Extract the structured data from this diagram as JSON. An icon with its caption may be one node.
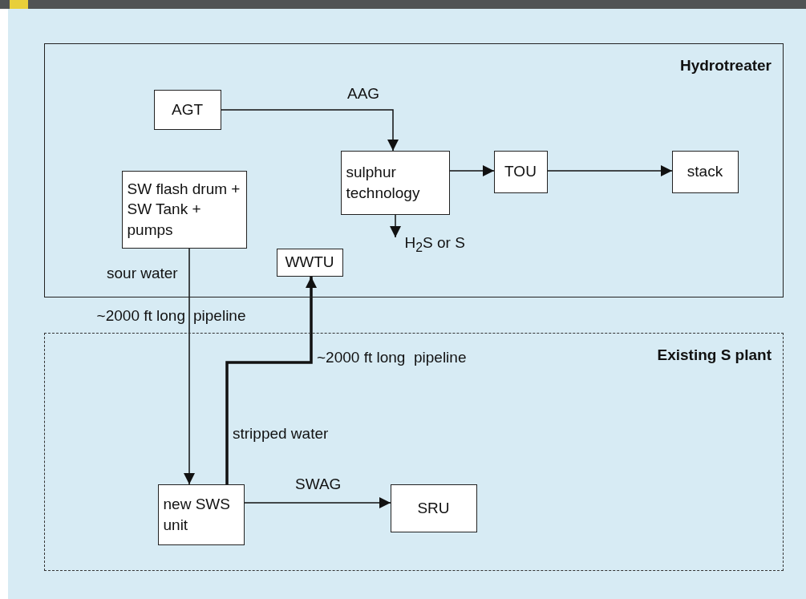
{
  "diagram": {
    "nodes": [
      {
        "text": [
          "Hydrotreater"
        ]
      },
      {
        "text": [
          "AGT"
        ],
        "in": 0
      },
      {
        "text": [
          "sulphur technology"
        ],
        "in": 0
      },
      {
        "text": [
          "TOU"
        ],
        "in": 0
      },
      {
        "text": [
          "stack"
        ],
        "in": 0
      },
      {
        "text": [
          "SW flash drum + SW Tank + pumps"
        ],
        "in": 0
      },
      {
        "text": [
          "WWTU"
        ],
        "in": 0
      },
      {
        "text": [
          "H$_{2}$S or S"
        ],
        "in": 0
      },
      {
        "text": [
          "Existing S plant"
        ]
      },
      {
        "text": [
          "new SWS unit"
        ],
        "in": 8
      },
      {
        "text": [
          "SRU"
        ],
        "in": 8
      }
    ],
    "edges": [
      {
        "from": 1,
        "to": 2,
        "arrow": "to",
        "label": "AAG"
      },
      {
        "from": 2,
        "to": 3,
        "arrow": "to"
      },
      {
        "from": 3,
        "to": 4,
        "arrow": "to"
      },
      {
        "from": 2,
        "to": 7,
        "arrow": "to"
      },
      {
        "from": 5,
        "to": 9,
        "arrow": "to",
        "label": "sour water"
      },
      {
        "from": 9,
        "to": 6,
        "arrow": "to",
        "label": "stripped water",
        "style": "thick"
      },
      {
        "from": 9,
        "to": 10,
        "arrow": "to",
        "label": "SWAG"
      }
    ],
    "labels": [
      "~2000 ft long",
      "pipeline",
      "~2000 ft long  pipeline"
    ]
  }
}
